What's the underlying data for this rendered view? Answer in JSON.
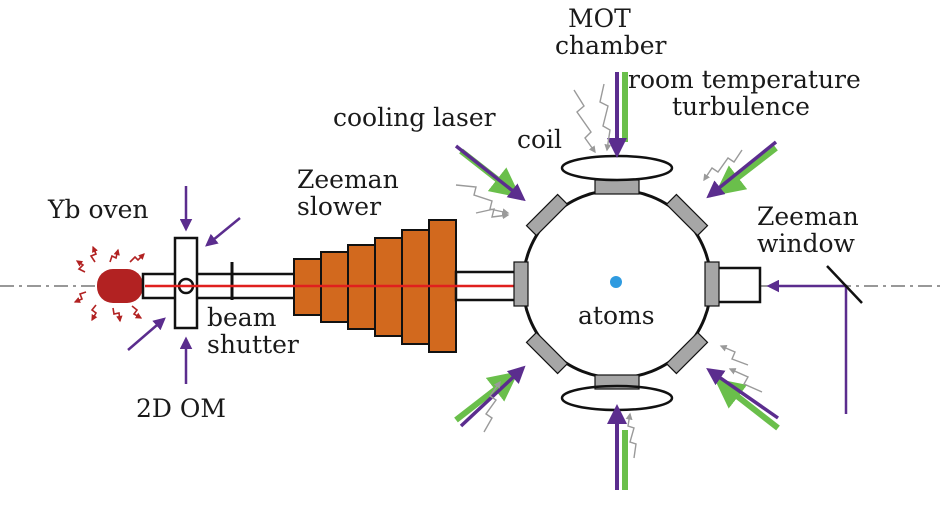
{
  "labels": {
    "mot_line1": "MOT",
    "mot_line2": "chamber",
    "room_line1": "room temperature",
    "room_line2": "turbulence",
    "cooling_laser": "cooling laser",
    "coil": "coil",
    "zeeman_line1": "Zeeman",
    "zeeman_line2": "slower",
    "yb_oven": "Yb oven",
    "zeeman_window_line1": "Zeeman",
    "zeeman_window_line2": "window",
    "atoms": "atoms",
    "beam_line1": "beam",
    "beam_line2": "shutter",
    "om_2d": "2D OM"
  },
  "colors": {
    "purple": "#5b2d8e",
    "green": "#6abf4b",
    "orange": "#d2691e",
    "oven_red": "#b22222",
    "atom_blue": "#2f9be0",
    "gray_port": "#a6a6a6",
    "axis": "#777777",
    "red_beam": "#e0201e",
    "turbulence_gray": "#9a9a9a"
  }
}
